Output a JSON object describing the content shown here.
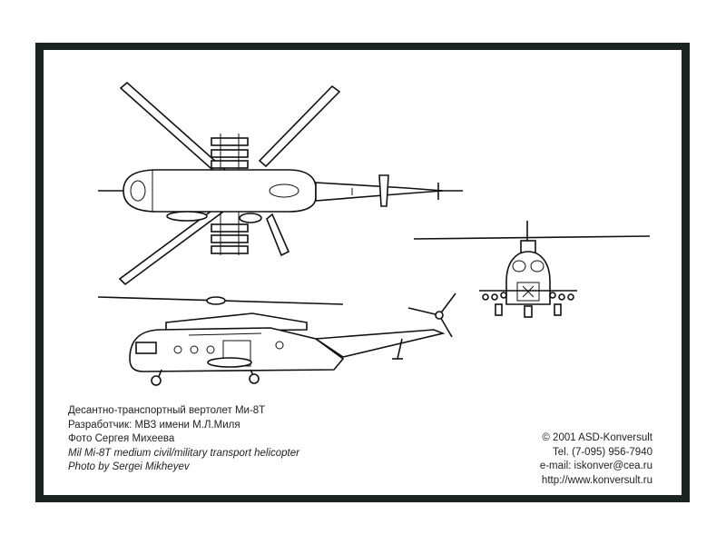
{
  "card": {
    "background_color": "#1c2422",
    "paper_color": "#ffffff"
  },
  "caption_left": {
    "line1": "Десантно-транспортный вертолет Ми-8Т",
    "line2": "Разработчик: МВЗ имени М.Л.Миля",
    "line3": "Фото Сергея Михеева",
    "line4": "Mil Mi-8T medium civil/military transport helicopter",
    "line5": "Photo by Sergei Mikheyev"
  },
  "caption_right": {
    "copyright": "© 2001 ASD-Konversult",
    "phone": "Tel. (7-095) 956-7940",
    "email": "e-mail: iskonver@cea.ru",
    "website": "http://www.konversult.ru"
  },
  "views": {
    "top_view": "helicopter-top-view",
    "front_view": "helicopter-front-view",
    "side_view": "helicopter-side-view"
  }
}
